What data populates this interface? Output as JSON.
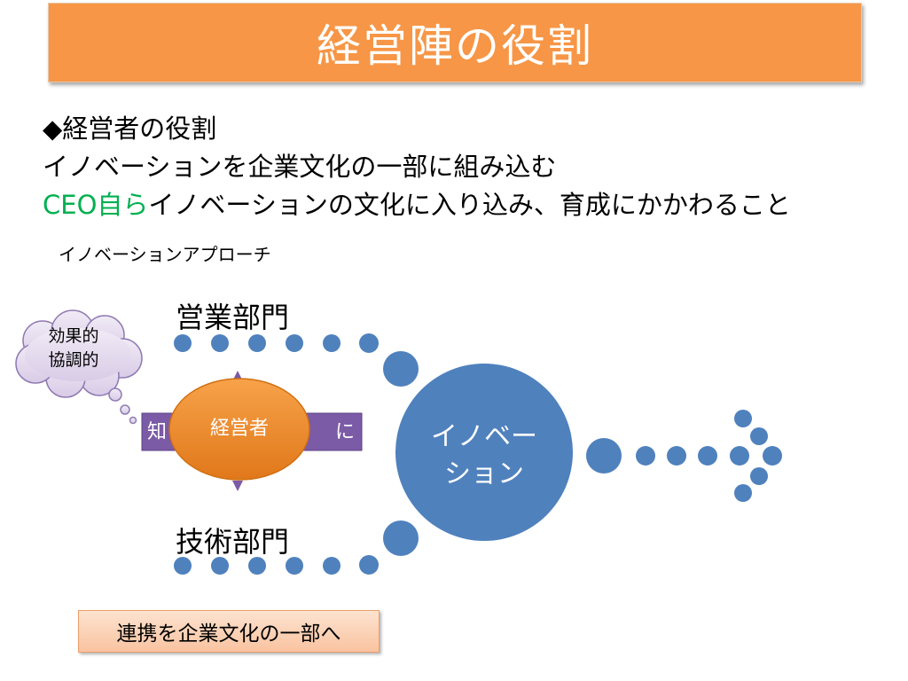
{
  "title": "経営陣の役割",
  "body": {
    "line1": "◆経営者の役割",
    "line2": "イノベーションを企業文化の一部に組み込む",
    "line3_green": "CEO自ら",
    "line3_rest": "イノベーションの文化に入り込み、育成にかかわること"
  },
  "approach_label": "イノベーションアプローチ",
  "diagram": {
    "sales_dept": "営業部門",
    "tech_dept": "技術部門",
    "cloud_line1": "効果的",
    "cloud_line2": "協調的",
    "banner_left": "知",
    "banner_right": "に",
    "manager": "経営者",
    "innovation_line1": "イノベー",
    "innovation_line2": "ション",
    "colors": {
      "dot_blue": "#4f81bd",
      "manager_orange": "#f08a1c",
      "banner_purple": "#7b5aa6",
      "cloud_fill": "#e6dcef",
      "cloud_stroke": "#8f7ab3"
    }
  },
  "callout": "連携を企業文化の一部へ"
}
